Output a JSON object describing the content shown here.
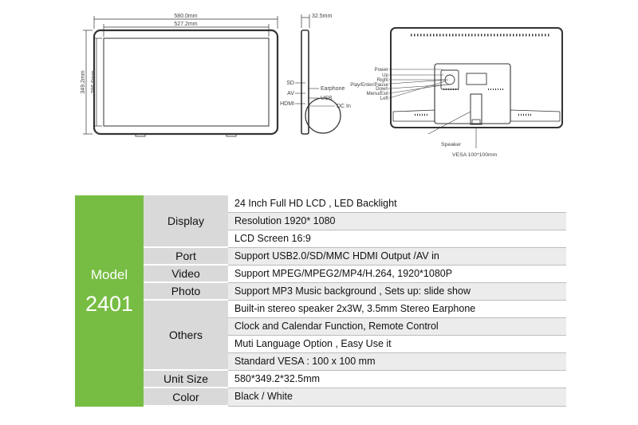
{
  "drawing": {
    "front": {
      "outer_width": "580.0mm",
      "inner_width": "527.2mm",
      "outer_height": "349.2mm",
      "inner_height": "296.6mm"
    },
    "side": {
      "depth": "32.5mm",
      "ports": [
        "SD",
        "AV",
        "HDMI"
      ],
      "right_labels": [
        "Earphone",
        "USB",
        "DC In"
      ]
    },
    "back": {
      "buttons": [
        "Power",
        "Up",
        "Right",
        "Play/Enter/Pause",
        "Down",
        "Menu/Exit",
        "Left"
      ],
      "speaker": "Speaker",
      "vesa": "VESA 100*100mm"
    }
  },
  "spec": {
    "model_label": "Model",
    "model_number": "2401",
    "rows": [
      {
        "category": "Display",
        "lines": [
          "24 Inch Full HD LCD , LED Backlight",
          "Resolution  1920* 1080",
          "LCD Screen 16:9"
        ]
      },
      {
        "category": "Port",
        "lines": [
          "Support USB2.0/SD/MMC     HDMI Output /AV in"
        ]
      },
      {
        "category": "Video",
        "lines": [
          "Support MPEG/MPEG2/MP4/H.264,  1920*1080P"
        ]
      },
      {
        "category": "Photo",
        "lines": [
          "Support MP3 Music background , Sets up: slide show"
        ]
      },
      {
        "category": "Others",
        "lines": [
          "Built-in stereo speaker 2x3W,  3.5mm Stereo Earphone",
          "Clock and Calendar Function, Remote Control",
          "Muti Language Option , Easy Use it",
          "Standard VESA : 100 x 100 mm"
        ]
      },
      {
        "category": "Unit Size",
        "lines": [
          "580*349.2*32.5mm"
        ]
      },
      {
        "category": "Color",
        "lines": [
          "Black / White"
        ]
      }
    ]
  }
}
